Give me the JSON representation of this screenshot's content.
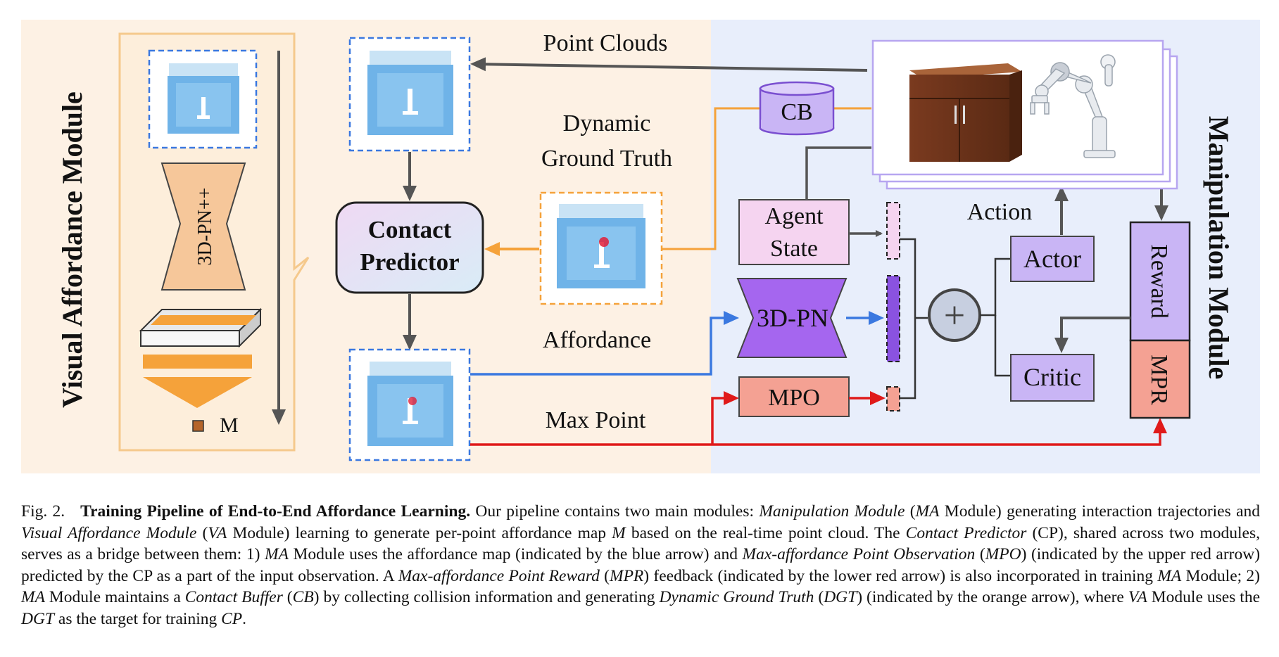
{
  "figure": {
    "va_module_title": "Visual Affordance Module",
    "ma_module_title": "Manipulation Module",
    "encoder_label": "3D-PN++",
    "map_label": "M",
    "point_clouds_label": "Point Clouds",
    "dgt_label_line1": "Dynamic",
    "dgt_label_line2": "Ground Truth",
    "contact_predictor_line1": "Contact",
    "contact_predictor_line2": "Predictor",
    "affordance_label": "Affordance",
    "max_point_label": "Max Point",
    "cb_label": "CB",
    "agent_state_line1": "Agent",
    "agent_state_line2": "State",
    "pn_label": "3D-PN",
    "mpo_label": "MPO",
    "action_label": "Action",
    "actor_label": "Actor",
    "critic_label": "Critic",
    "reward_label": "Reward",
    "mpr_label": "MPR",
    "plus_symbol": "+"
  },
  "caption": {
    "fig_number": "Fig. 2.",
    "title": "Training Pipeline of End-to-End Affordance Learning.",
    "s1": " Our pipeline contains two main modules: ",
    "i1": "Manipulation Module",
    "s2": " (",
    "i2": "MA",
    "s3": " Module) generating interaction trajectories and ",
    "i3": "Visual Affordance Module",
    "s4": " (",
    "i4": "VA",
    "s5": " Module) learning to generate per-point affordance map ",
    "i5": "M",
    "s6": " based on the real-time point cloud. The ",
    "i6": "Contact Predictor",
    "s7": " (CP), shared across two modules, serves as a bridge between them: 1) ",
    "i7": "MA",
    "s8": " Module uses the affordance map (indicated by the blue arrow) and ",
    "i8": "Max-affordance Point Observation",
    "s9": " (",
    "i9": "MPO",
    "s10": ") (indicated by the upper red arrow) predicted by the CP as a part of the input observation. A ",
    "i10": "Max-affordance Point Reward",
    "s11": " (",
    "i11": "MPR",
    "s12": ") feedback (indicated by the lower red arrow) is also incorporated in training ",
    "i12": "MA",
    "s13": " Module; 2) ",
    "i13": "MA",
    "s14": " Module maintains a ",
    "i14": "Contact Buffer",
    "s15": " (",
    "i15": "CB",
    "s16": ") by collecting collision information and generating ",
    "i16": "Dynamic Ground Truth",
    "s17": " (",
    "i17": "DGT",
    "s18": ") (indicated by the orange arrow), where ",
    "i18": "VA",
    "s19": " Module uses the ",
    "i19": "DGT",
    "s20": " as the target for training ",
    "i20": "CP",
    "s21": "."
  },
  "colors": {
    "va_bg": "#fdf1e4",
    "ma_bg": "#e8eefb",
    "orange": "#f5a23a",
    "blue_arrow": "#3a78e0",
    "red_arrow": "#e01a1a",
    "purple": "#c9b5f5",
    "purple_dark": "#8a52e0",
    "salmon": "#f4a193",
    "pink": "#f5d4f0"
  }
}
